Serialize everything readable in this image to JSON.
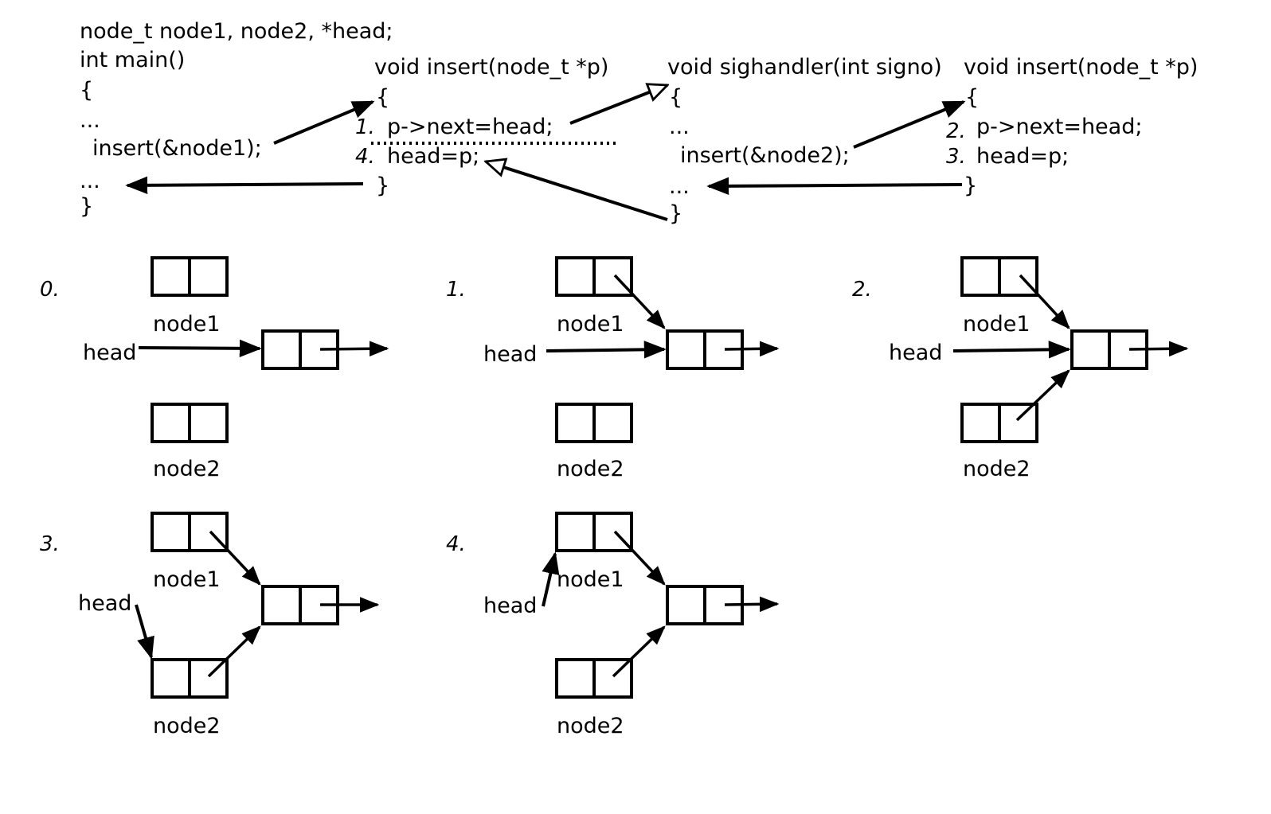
{
  "code": {
    "main": [
      "node_t node1, node2, *head;",
      "int main()",
      "{",
      "...",
      "insert(&node1);",
      "...",
      "}"
    ],
    "insert1": {
      "signature": "void insert(node_t *p)",
      "open": "{",
      "line1_num": "1.",
      "line1": "p->next=head;",
      "line4_num": "4.",
      "line4": "head=p;",
      "close": "}"
    },
    "handler": {
      "signature": "void sighandler(int signo)",
      "open": "{",
      "dots1": "...",
      "call": "insert(&node2);",
      "dots2": "...",
      "close": "}"
    },
    "insert2": {
      "signature": "void insert(node_t *p)",
      "open": "{",
      "line2_num": "2.",
      "line2": "p->next=head;",
      "line3_num": "3.",
      "line3": "head=p;",
      "close": "}"
    }
  },
  "steps": [
    {
      "num": "0.",
      "head": "head",
      "node1": "node1",
      "node2": "node2"
    },
    {
      "num": "1.",
      "head": "head",
      "node1": "node1",
      "node2": "node2"
    },
    {
      "num": "2.",
      "head": "head",
      "node1": "node1",
      "node2": "node2"
    },
    {
      "num": "3.",
      "head": "head",
      "node1": "node1",
      "node2": "node2"
    },
    {
      "num": "4.",
      "head": "head",
      "node1": "node1",
      "node2": "node2"
    }
  ]
}
